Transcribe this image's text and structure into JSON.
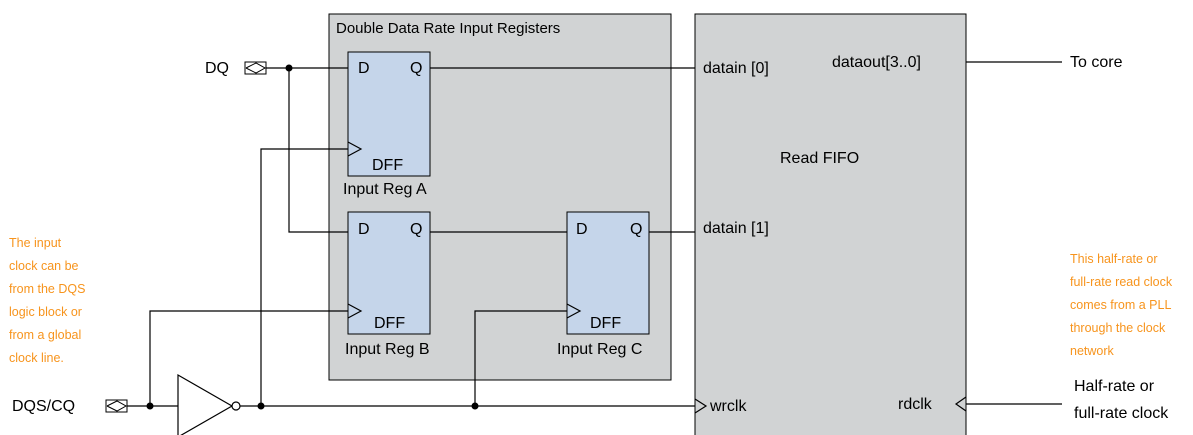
{
  "ddr_block": {
    "title": "Double Data Rate Input Registers",
    "fill": "#d1d3d4"
  },
  "fifo_block": {
    "title": "Read FIFO",
    "fill": "#d1d3d4",
    "ports": {
      "datain0": "datain [0]",
      "datain1": "datain [1]",
      "wrclk": "wrclk",
      "dataout": "dataout[3..0]",
      "rdclk": "rdclk"
    }
  },
  "registers": [
    {
      "d": "D",
      "q": "Q",
      "type": "DFF",
      "caption": "Input Reg A"
    },
    {
      "d": "D",
      "q": "Q",
      "type": "DFF",
      "caption": "Input Reg B"
    },
    {
      "d": "D",
      "q": "Q",
      "type": "DFF",
      "caption": "Input Reg C"
    }
  ],
  "register_fill": "#c5d5ea",
  "pins": {
    "dq": "DQ",
    "dqs": "DQS/CQ"
  },
  "outputs": {
    "to_core": "To core",
    "clock_line1": "Half-rate or",
    "clock_line2": "full-rate clock"
  },
  "notes": {
    "accent": "#f7941d",
    "left": [
      "The input",
      "clock can be",
      "from the DQS",
      "logic block or",
      "from a global",
      "clock line."
    ],
    "right": [
      "This half-rate or",
      "full-rate read clock",
      "comes from a PLL",
      "through the clock",
      "network"
    ]
  }
}
